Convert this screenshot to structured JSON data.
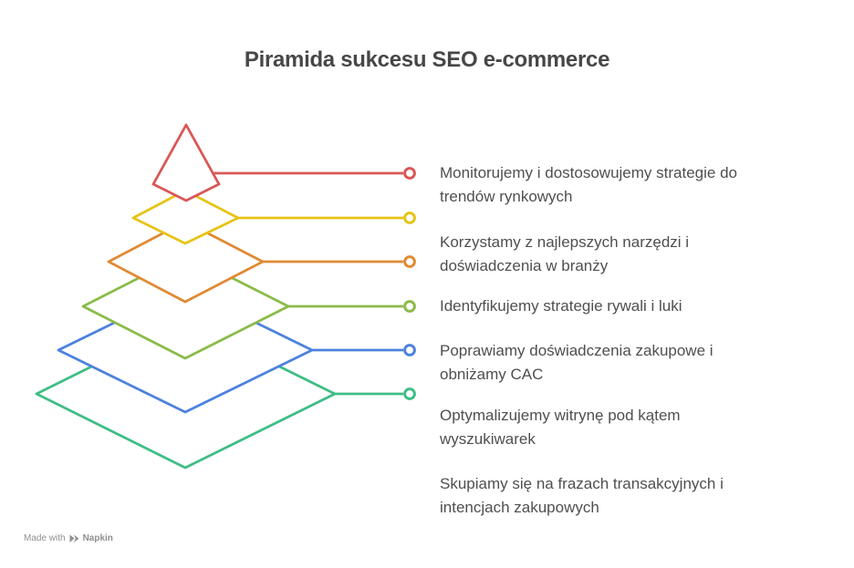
{
  "title": "Piramida sukcesu SEO e-commerce",
  "diagram": {
    "type": "pyramid",
    "layers": [
      {
        "id": "layer-1",
        "color": "#D95757",
        "label_lines": [
          "Monitorujemy i dostosowujemy strategie do",
          "trendów rynkowych"
        ]
      },
      {
        "id": "layer-2",
        "color": "#E6C417",
        "label_lines": [
          "Korzystamy z najlepszych narzędzi i",
          "doświadczenia w branży"
        ]
      },
      {
        "id": "layer-3",
        "color": "#E08A33",
        "label_lines": [
          "Identyfikujemy strategie rywali i luki"
        ]
      },
      {
        "id": "layer-4",
        "color": "#8BBB4A",
        "label_lines": [
          "Poprawiamy doświadczenia zakupowe i",
          "obniżamy CAC"
        ]
      },
      {
        "id": "layer-5",
        "color": "#4D82DE",
        "label_lines": [
          "Optymalizujemy witrynę pod kątem",
          "wyszukiwarek"
        ]
      },
      {
        "id": "layer-6",
        "color": "#3FBD85",
        "label_lines": [
          "Skupiamy się na frazach transakcyjnych i",
          "intencjach zakupowych"
        ]
      }
    ],
    "fill_color": "#ffffff"
  },
  "watermark": {
    "made_with": "Made with",
    "brand": "Napkin"
  }
}
